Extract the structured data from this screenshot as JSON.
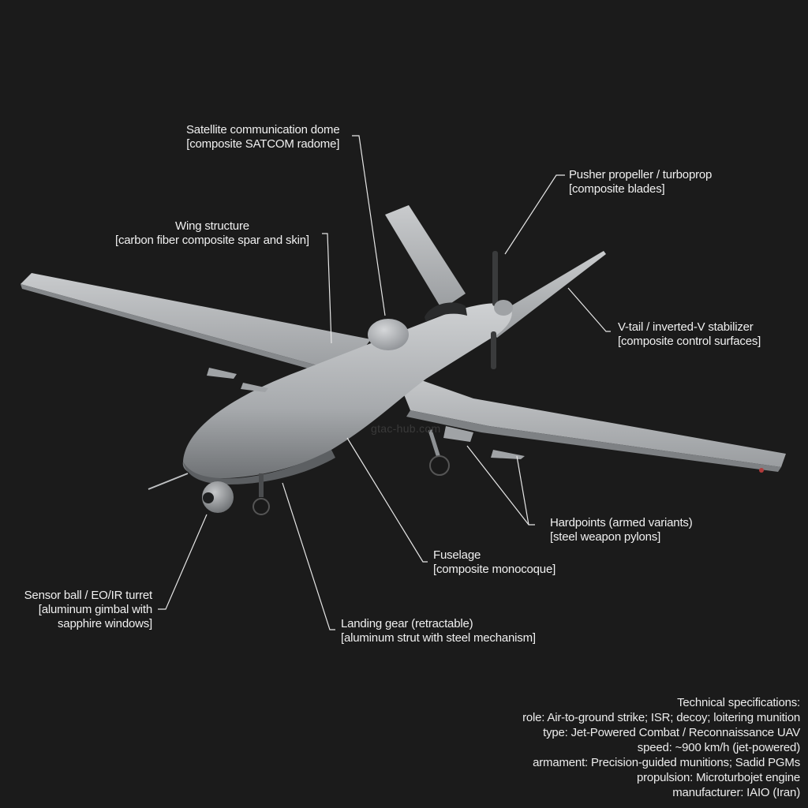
{
  "diagram": {
    "subject": "Jet-powered combat / reconnaissance UAV (labeled component diagram)",
    "background_color": "#1b1b1b",
    "airframe_color": "#b4b7b9",
    "leader_line_color": "#e6e6e6",
    "watermark": "gtac-hub.com"
  },
  "callouts": [
    {
      "id": "satcom",
      "title": "Satellite communication dome",
      "material": "[composite SATCOM radome]"
    },
    {
      "id": "wing",
      "title": "Wing structure",
      "material": "[carbon fiber composite spar and skin]"
    },
    {
      "id": "propeller",
      "title": "Pusher propeller / turboprop",
      "material": "[composite blades]"
    },
    {
      "id": "vtail",
      "title": "V-tail / inverted-V stabilizer",
      "material": "[composite control surfaces]"
    },
    {
      "id": "hardpoints",
      "title": "Hardpoints (armed variants)",
      "material": "[steel weapon pylons]"
    },
    {
      "id": "fuselage",
      "title": "Fuselage",
      "material": "[composite monocoque]"
    },
    {
      "id": "sensor",
      "title": "Sensor ball / EO/IR turret",
      "material_line1": "[aluminum gimbal with",
      "material_line2": "sapphire windows]"
    },
    {
      "id": "landing",
      "title": "Landing gear (retractable)",
      "material": "[aluminum strut with steel mechanism]"
    }
  ],
  "specs": {
    "heading": "Technical specifications:",
    "rows": [
      "role: Air-to-ground strike; ISR; decoy; loitering munition",
      "type: Jet-Powered Combat / Reconnaissance UAV",
      "speed: ~900 km/h (jet-powered)",
      "armament: Precision-guided munitions; Sadid PGMs",
      "propulsion: Microturbojet engine",
      "manufacturer: IAIO (Iran)"
    ]
  }
}
